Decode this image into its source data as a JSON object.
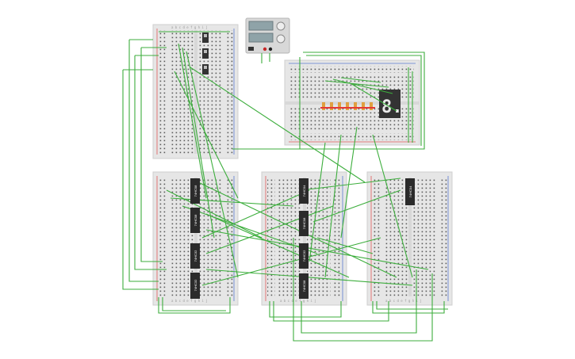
{
  "canvas": {
    "background": "#ffffff"
  },
  "colors": {
    "breadboard": "#e6e6e6",
    "breadboard_edge": "#cfcfcf",
    "hole": "#5a5a5a",
    "rail_red": "#e05a5a",
    "rail_blue": "#5a7ad0",
    "wire": "#3dae3d",
    "chip": "#2b2b2b",
    "seven_segment": "#333333",
    "led_red": "#e53935",
    "power_supply": "#d8d8d8"
  },
  "breadboard_column_letters": [
    "a",
    "b",
    "c",
    "d",
    "e",
    "f",
    "g",
    "h",
    "i",
    "j"
  ],
  "breadboards": [
    {
      "name": "breadboard-top-left"
    },
    {
      "name": "breadboard-top-right-display"
    },
    {
      "name": "breadboard-bottom-left"
    },
    {
      "name": "breadboard-bottom-middle"
    },
    {
      "name": "breadboard-bottom-right"
    }
  ],
  "chips": [
    {
      "name": "ic-bottom-left-1",
      "label": "74HC08"
    },
    {
      "name": "ic-bottom-left-2",
      "label": "74HC08"
    },
    {
      "name": "ic-bottom-left-3",
      "label": "74HC32"
    },
    {
      "name": "ic-bottom-left-4",
      "label": "74HC32"
    },
    {
      "name": "ic-bottom-middle-1",
      "label": "74HC04"
    },
    {
      "name": "ic-bottom-middle-2",
      "label": "74HC08"
    },
    {
      "name": "ic-bottom-middle-3",
      "label": "74HC32"
    },
    {
      "name": "ic-bottom-middle-4",
      "label": "74HC08"
    },
    {
      "name": "ic-bottom-right-1",
      "label": "74HC04"
    }
  ],
  "switches": [
    {
      "name": "slide-switch-1"
    },
    {
      "name": "slide-switch-2"
    },
    {
      "name": "slide-switch-3"
    }
  ],
  "resistor_count": 7,
  "seven_segment": {
    "digit": "8."
  },
  "power_supply": {
    "name": "dc-power-supply"
  }
}
